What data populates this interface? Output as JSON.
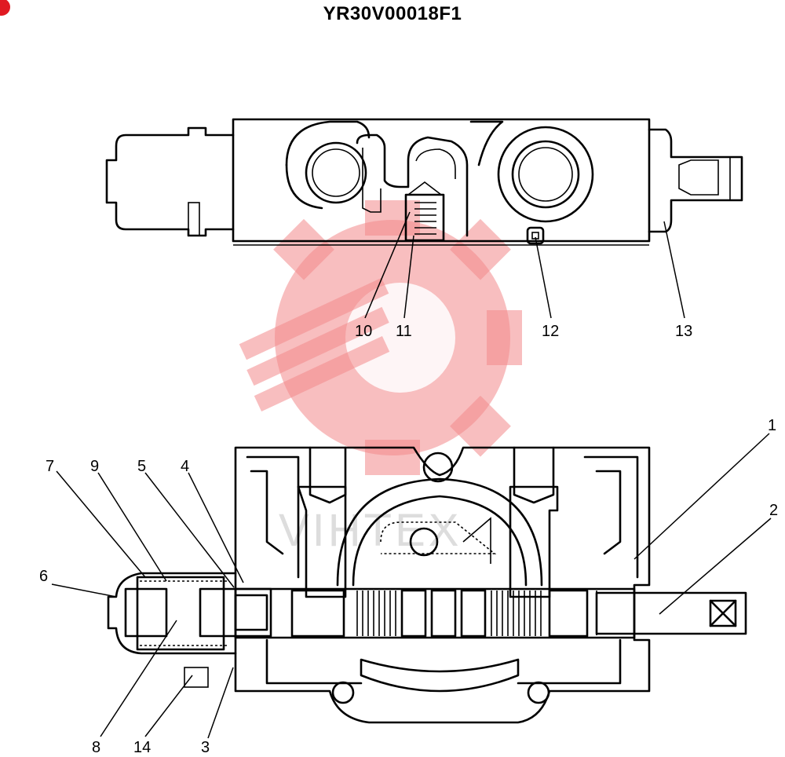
{
  "title": "YR30V00018F1",
  "watermark_text": "VIHTEX",
  "accent_color": "#e01a22",
  "watermark_color": "#f2888a",
  "top_view_labels": [
    "10",
    "11",
    "12",
    "13"
  ],
  "bottom_view_labels": {
    "l1": "1",
    "l2": "2",
    "l3": "3",
    "l4": "4",
    "l5": "5",
    "l6": "6",
    "l7": "7",
    "l8": "8",
    "l9": "9",
    "l14": "14"
  }
}
